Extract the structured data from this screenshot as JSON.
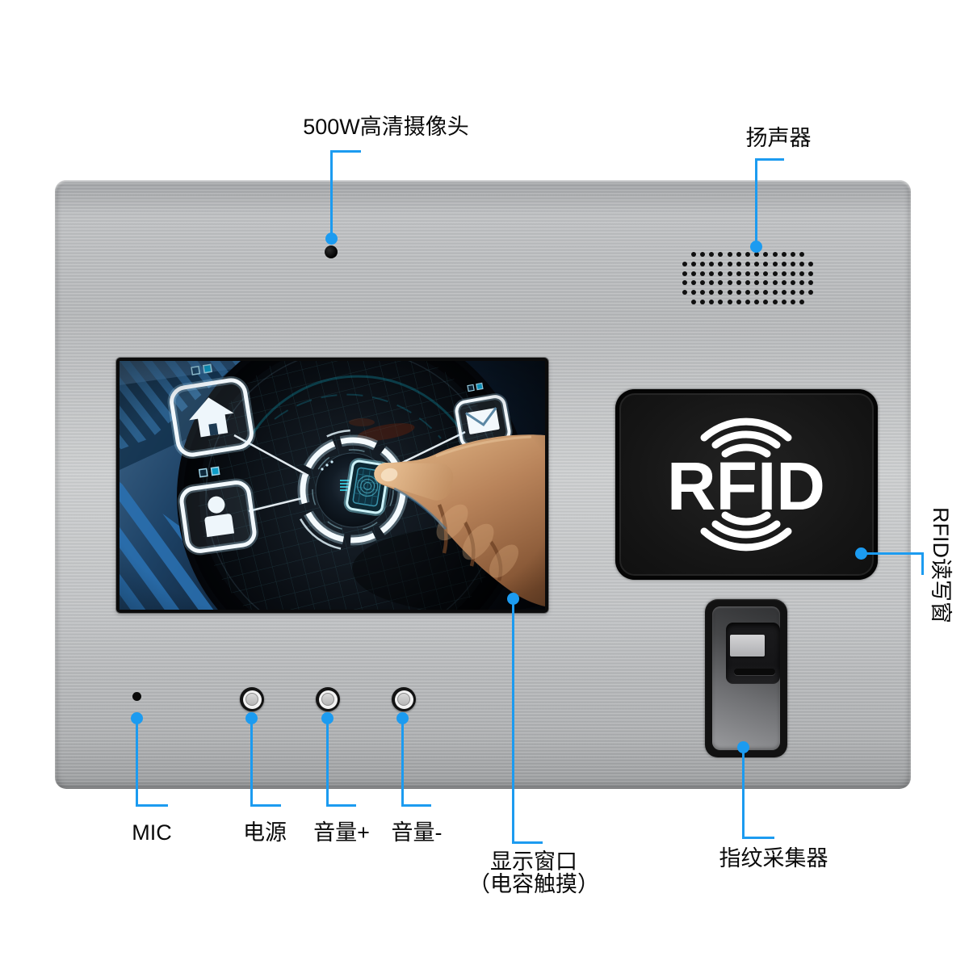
{
  "callouts": {
    "camera": {
      "label": "500W高清摄像头"
    },
    "speaker": {
      "label": "扬声器"
    },
    "rfid": {
      "label": "RFID读写窗"
    },
    "mic": {
      "label": "MIC"
    },
    "power": {
      "label": "电源"
    },
    "volume_up": {
      "label": "音量+"
    },
    "volume_down": {
      "label": "音量-"
    },
    "display": {
      "line1": "显示窗口",
      "line2": "（电容触摸）"
    },
    "fingerprint": {
      "label": "指纹采集器"
    }
  },
  "rfid_window": {
    "logo_text": "RFID"
  },
  "device": {
    "speaker_grille_rows": [
      13,
      15,
      15,
      15,
      15,
      13
    ],
    "screen_icons": [
      "home-icon",
      "user-icon",
      "mail-icon",
      "fingerprint-scanner"
    ]
  },
  "colors": {
    "callout_blue": "#1C9BF0",
    "label_text": "#0a0a0a",
    "panel_metal": "#b9bbbd",
    "rfid_window_bg": "#161616",
    "background": "#ffffff"
  }
}
